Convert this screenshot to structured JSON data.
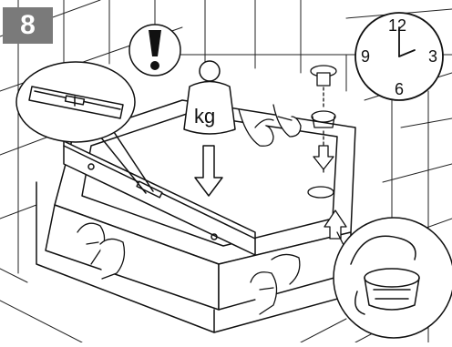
{
  "step": {
    "number": "8"
  },
  "weight": {
    "label": "kg"
  },
  "clock": {
    "numerals": {
      "twelve": "12",
      "three": "3",
      "six": "6",
      "nine": "9"
    }
  },
  "icons": {
    "warning": "exclamation-icon",
    "clock": "clock-icon",
    "weight": "weight-icon"
  },
  "colors": {
    "badge": "#7a7a7a",
    "line": "#111111",
    "background": "#ffffff"
  }
}
